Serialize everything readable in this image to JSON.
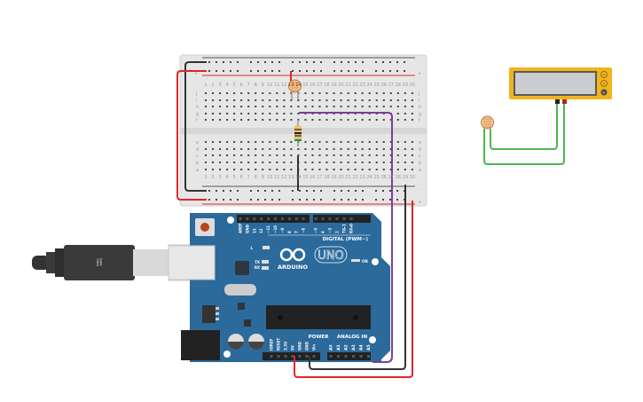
{
  "breadboard": {
    "rail_minus": "-",
    "rail_plus": "+",
    "rows_top": [
      "j",
      "i",
      "h",
      "g",
      "f"
    ],
    "rows_bottom": [
      "e",
      "d",
      "c",
      "b",
      "a"
    ],
    "columns": [
      "1",
      "2",
      "3",
      "4",
      "5",
      "6",
      "7",
      "8",
      "9",
      "10",
      "11",
      "12",
      "13",
      "14",
      "15",
      "16",
      "17",
      "18",
      "19",
      "20",
      "21",
      "22",
      "23",
      "24",
      "25",
      "26",
      "27",
      "28",
      "29",
      "30"
    ]
  },
  "arduino": {
    "brand": "ARDUINO",
    "model": "UNO",
    "digital_label": "DIGITAL (PWM~)",
    "digital_pins": [
      "AREF",
      "GND",
      "13",
      "12",
      "~11",
      "~10",
      "~9",
      "8",
      "7",
      "~6",
      "~5",
      "4",
      "~3",
      "2",
      "TX▸1",
      "RX◂0"
    ],
    "led_labels": {
      "l": "L",
      "tx": "TX",
      "rx": "RX",
      "on": "ON"
    },
    "power_label": "POWER",
    "power_pins": [
      "IOREF",
      "RESET",
      "3.3V",
      "5V",
      "GND",
      "GND",
      "Vin"
    ],
    "analog_label": "ANALOG IN",
    "analog_pins": [
      "A0",
      "A1",
      "A2",
      "A3",
      "A4",
      "A5"
    ]
  },
  "multimeter": {
    "modes": [
      "A",
      "V",
      "R"
    ],
    "selected_mode": "R",
    "body_color": "#f2b41c"
  },
  "colors": {
    "arduino_blue": "#2b6a9b",
    "wire_red": "#e0262a",
    "wire_black": "#333333",
    "wire_purple": "#7b3fa0",
    "wire_green": "#4cb84c"
  }
}
